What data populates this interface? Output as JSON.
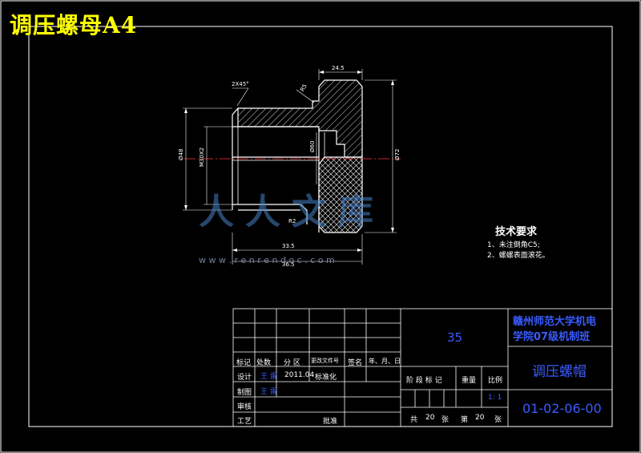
{
  "header": {
    "title": "调压螺母A4"
  },
  "drawing": {
    "dims": {
      "chamfer_top": "2X45°",
      "top_width": "24.5",
      "bevel": "R5",
      "overall_height": "Ø72",
      "left_dia": "Ø48",
      "thread": "M30X2",
      "inner_dia": "Ø60",
      "bottom_chamfer": "R2",
      "len1": "33.5",
      "len2": "36.5"
    }
  },
  "tech_requirements": {
    "heading": "技术要求",
    "items": [
      "1、未注倒角C5;",
      "2、螺螺表面滚花。"
    ]
  },
  "title_block": {
    "school": [
      "赣州师范大学机电",
      "学院07级机制班"
    ],
    "part_name": "调压螺帽",
    "material": "35",
    "drawing_no": "01-02-06-00",
    "row_labels": [
      "标记",
      "处数",
      "分 区",
      "更改文件号",
      "签名",
      "年、月、日"
    ],
    "design_label": "设计",
    "designer": "王 雷",
    "date": "2011.04",
    "standardize": "标准化",
    "draw_label": "制图",
    "drawer": "王 雷",
    "check_label": "审核",
    "craft_label": "工艺",
    "approve_label": "批准",
    "stage_label": "阶 段 标 记",
    "weight_label": "重量",
    "scale_label": "比例",
    "scale_value": "1: 1",
    "sheets_total_prefix": "共",
    "sheets_total": "20",
    "sheets_unit": "张",
    "sheets_current_prefix": "第",
    "sheets_current": "20",
    "sheets_current_unit": "张"
  },
  "watermark": {
    "text": "人人文库",
    "url": "w w w . r e n r e n d o c . c o m"
  }
}
